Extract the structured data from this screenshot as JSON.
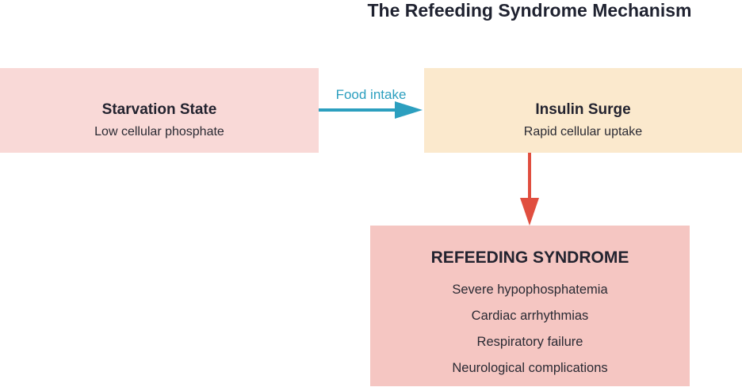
{
  "title": "The Refeeding Syndrome Mechanism",
  "colors": {
    "starvation_fill": "#f9d9d7",
    "insulin_fill": "#fbe9cd",
    "refeeding_fill": "#f5c6c2",
    "food_arrow": "#2c9fbf",
    "syndrome_arrow": "#e04e3f"
  },
  "nodes": {
    "starvation": {
      "heading": "Starvation State",
      "detail": "Low cellular phosphate"
    },
    "insulin": {
      "heading": "Insulin Surge",
      "detail": "Rapid cellular uptake"
    },
    "refeeding": {
      "heading": "REFEEDING SYNDROME",
      "outcomes": [
        "Severe hypophosphatemia",
        "Cardiac arrhythmias",
        "Respiratory failure",
        "Neurological complications"
      ]
    }
  },
  "edges": [
    {
      "from": "starvation",
      "to": "insulin",
      "label": "Food intake"
    },
    {
      "from": "insulin",
      "to": "refeeding",
      "label": ""
    }
  ]
}
